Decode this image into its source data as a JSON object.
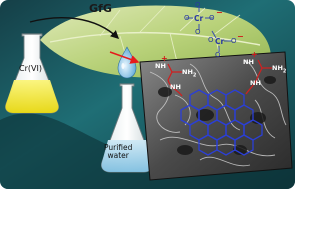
{
  "labels": {
    "adsorbent": "GfG",
    "contaminant": "Cr(VI)",
    "purified_line1": "Purified",
    "purified_line2": "water",
    "amine": "NH",
    "amine_sub": "2",
    "imine": "NH",
    "oxide_o": "O",
    "chromium": "Cr",
    "charge_plus": "+",
    "charge_minus": "−"
  },
  "colors": {
    "background_teal": "#1e6b72",
    "leaf_green": "#b9d27a",
    "solution_yellow": "#f2ea2a",
    "water_blue": "#7fbfe0",
    "arrow_red": "#e51b1b",
    "graphene_blue": "#2b3fd6",
    "chromate_blue": "#3a4fb0",
    "guanidine_red": "#cc2222"
  }
}
